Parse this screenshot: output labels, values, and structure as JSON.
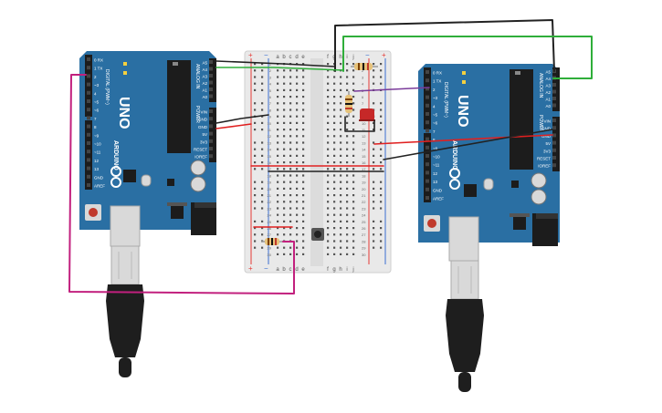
{
  "canvas": {
    "background": "#ffffff"
  },
  "colors": {
    "board_blue": "#2a6fa3",
    "board_dark": "#225c89",
    "header_black": "#1c1c1c",
    "breadboard": "#e9e9e9",
    "rail_red": "#e53935",
    "rail_blue": "#3b6fd1",
    "wire_green": "#2fae3a",
    "wire_black": "#222222",
    "wire_red": "#e02020",
    "wire_magenta": "#c2207e",
    "wire_purple": "#7a3a9a",
    "led_red": "#c62828",
    "usb_silver": "#d9d9d9",
    "usb_black": "#1e1e1e"
  },
  "breadboard": {
    "column_letters_left": [
      "a",
      "b",
      "c",
      "d",
      "e"
    ],
    "column_letters_right": [
      "f",
      "g",
      "h",
      "i",
      "j"
    ],
    "row_numbers": [
      "1",
      "2",
      "3",
      "4",
      "5",
      "6",
      "7",
      "8",
      "9",
      "10",
      "11",
      "12",
      "13",
      "14",
      "15",
      "16",
      "17",
      "18",
      "19",
      "20",
      "21",
      "22",
      "23",
      "24",
      "25",
      "26",
      "27",
      "28",
      "29",
      "30"
    ],
    "rail_plus": "+",
    "rail_minus": "−"
  },
  "arduino_left": {
    "model": "UNO",
    "brand": "ARDUINO",
    "section_digital": "DIGITAL (PWM~)",
    "section_analog": "ANALOG IN",
    "section_power": "POWER",
    "digital_pins": [
      "0 RX",
      "1 TX",
      "2",
      "~3",
      "4",
      "~5",
      "~6",
      "7",
      "8",
      "~9",
      "~10",
      "~11",
      "12",
      "13",
      "GND",
      "AREF"
    ],
    "analog_pins": [
      "A5",
      "A4",
      "A3",
      "A2",
      "A1",
      "A0"
    ],
    "power_pins": [
      "VIN",
      "GND",
      "GND",
      "5V",
      "3V3",
      "RESET",
      "IOREF"
    ]
  },
  "arduino_right": {
    "model": "UNO",
    "brand": "ARDUINO",
    "section_digital": "DIGITAL (PWM~)",
    "section_analog": "ANALOG IN",
    "section_power": "POWER",
    "digital_pins": [
      "0 RX",
      "1 TX",
      "2",
      "~3",
      "4",
      "~5",
      "~6",
      "7",
      "8",
      "~9",
      "~10",
      "~11",
      "12",
      "13",
      "GND",
      "AREF"
    ],
    "analog_pins": [
      "A5",
      "A4",
      "A3",
      "A2",
      "A1",
      "A0"
    ],
    "power_pins": [
      "VIN",
      "GND",
      "GND",
      "5V",
      "3V3",
      "RESET",
      "IOREF"
    ]
  },
  "components": {
    "led": "red-led",
    "pushbutton": "pushbutton",
    "resistors": [
      "resistor-top",
      "resistor-led",
      "resistor-button"
    ]
  }
}
